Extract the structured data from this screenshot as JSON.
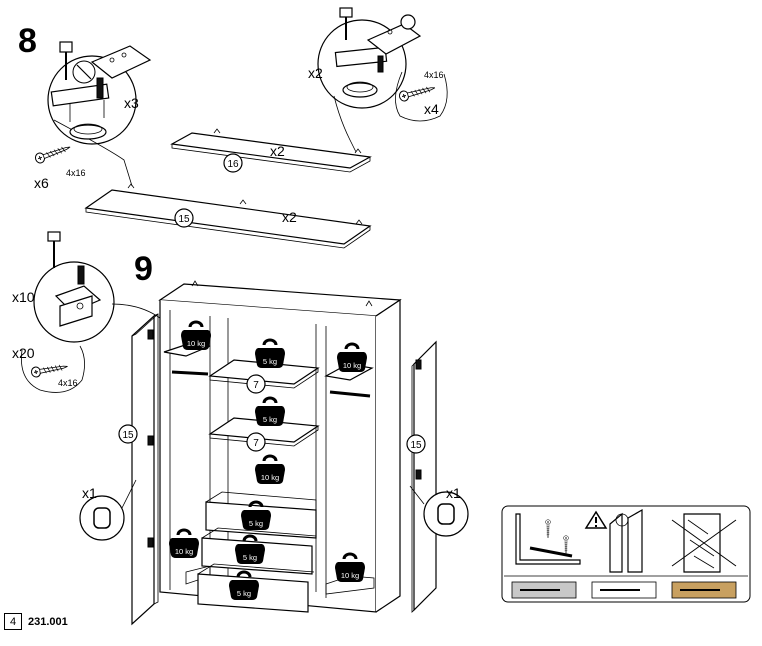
{
  "steps": {
    "step8": "8",
    "step9": "9"
  },
  "labels": {
    "x3": "x3",
    "x6": "x6",
    "x2_hinge": "x2",
    "x4": "x4",
    "screw_left": "4x16",
    "screw_right": "4x16",
    "x2_shelf16": "x2",
    "x2_shelf15": "x2",
    "x10": "x10",
    "x20": "x20",
    "screw_step9": "4x16",
    "x1_left": "x1",
    "x1_right": "x1"
  },
  "parts": {
    "p16": "16",
    "p15_shelf": "15",
    "p7_a": "7",
    "p7_b": "7",
    "p15_door_left": "15",
    "p15_door_right": "15"
  },
  "weights": {
    "w10_top_left": "10 kg",
    "w5_top_mid": "5 kg",
    "w10_top_right": "10 kg",
    "w5_mid": "5 kg",
    "w10_mid": "10 kg",
    "w5_drawer1": "5 kg",
    "w5_drawer2": "5 kg",
    "w5_drawer3": "5 kg",
    "w10_bottom_left": "10 kg",
    "w10_bottom_right": "10 kg"
  },
  "footer": {
    "page": "4",
    "code": "231.001"
  }
}
